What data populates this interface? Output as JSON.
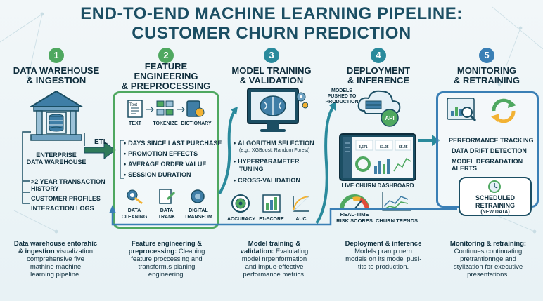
{
  "title_line1": "END-TO-END MACHINE LEARNING PIPELINE:",
  "title_line2": "CUSTOMER CHURN PREDICTION",
  "colors": {
    "green": "#4fa860",
    "teal": "#2a8a9c",
    "blue": "#3a7fb5",
    "navy": "#1b4e63"
  },
  "stages": [
    {
      "number": "1",
      "title_l1": "DATA WAREHOUSE",
      "title_l2": "& INGESTION",
      "warehouse_label_l1": "ENTERPRISE",
      "warehouse_label_l2": "DATA WAREHOUSE",
      "items": [
        ">2 YEAR TRANSACTION",
        "HISTORY",
        "CUSTOMER PROFILES",
        "INTERACTION LOGS"
      ],
      "etl": "ETL",
      "desc_bold_l1": "Data warehouse entorahic",
      "desc_bold_l2": "& ingestion",
      "desc_rest_l2": " visualization",
      "desc_l3": "comprehensive five",
      "desc_l4": "mathine machine",
      "desc_l5": "learning pipeline."
    },
    {
      "number": "2",
      "title_l1": "FEATURE",
      "title_l2": "ENGINEERING",
      "title_l3": "& PREPROCESSING",
      "top_icons": [
        "TEXT",
        "TOKENIZE",
        "DICTIONARY"
      ],
      "doc_word": "Text",
      "bullets": [
        "DAYS SINCE LAST PURCHASE",
        "PROMOTION EFFECTS",
        "AVERAGE ORDER VALUE",
        "SESSION DURATION"
      ],
      "bottom_icons_l1": [
        "DATA",
        "DATA",
        "DIGITAL"
      ],
      "bottom_icons_l2": [
        "CLEANING",
        "TRANK",
        "TRANSFOM"
      ],
      "desc_bold_l1": "Feature engineering &",
      "desc_bold_l2": "preprocessing:",
      "desc_rest_l2": " Cleaning",
      "desc_l3": "feature proccessing and",
      "desc_l4": "transform.s planing",
      "desc_l5": "engineering."
    },
    {
      "number": "3",
      "title_l1": "MODEL TRAINING",
      "title_l2": "& VALIDATION",
      "bullets": [
        "ALGORITHM SELECTION",
        "HYPERPARAMETER",
        "CROSS-VALIDATION"
      ],
      "bullet1_sub": "(e.g., XGBoost, Random Forest)",
      "bullet2_l2": "TUNING",
      "metrics": [
        "ACCURACY",
        "F1-SCORE",
        "AUC"
      ],
      "desc_bold_l1": "Model training &",
      "desc_bold_l2": "validation:",
      "desc_rest_l2": " Evaluiating",
      "desc_l3": "model nrpenformation",
      "desc_l4": "and impue-effective",
      "desc_l5": "performance metrics."
    },
    {
      "number": "4",
      "title_l1": "DEPLOYMENT",
      "title_l2": "& INFERENCE",
      "pushed_l1": "MODELS",
      "pushed_l2": "PUSHED TO",
      "pushed_l3": "PRODUCTION",
      "api": "API",
      "dashboard_label": "LIVE CHURN DASHBOARD",
      "kpis": [
        "3,571",
        "$1.25",
        "$5.45"
      ],
      "risk_l1": "REAL-TIME",
      "risk_l2": "RISK SCORES",
      "trends": "CHURN TRENDS",
      "desc_bold_l1": "Deployment & inference",
      "desc_l2": "Models pran p nern",
      "desc_l3": "models on its model pusl·",
      "desc_l4": "tits to production."
    },
    {
      "number": "5",
      "title_l1": "MONITORING",
      "title_l2": "& RETRAINING",
      "items": [
        "PERFORMANCE TRACKING",
        "DATA DRIFT DETECTION",
        "MODEL DEGRADATION",
        "ALERTS"
      ],
      "sched_l1": "SCHEDULED",
      "sched_l2": "RETRAINING",
      "sched_l3": "(NEW DATA)",
      "desc_bold_l1": "Monitoring & retraining:",
      "desc_l2": "Continues continuating",
      "desc_l3": "pretrantionnge and",
      "desc_l4": "stylization for executive",
      "desc_l5": "presentations."
    }
  ]
}
